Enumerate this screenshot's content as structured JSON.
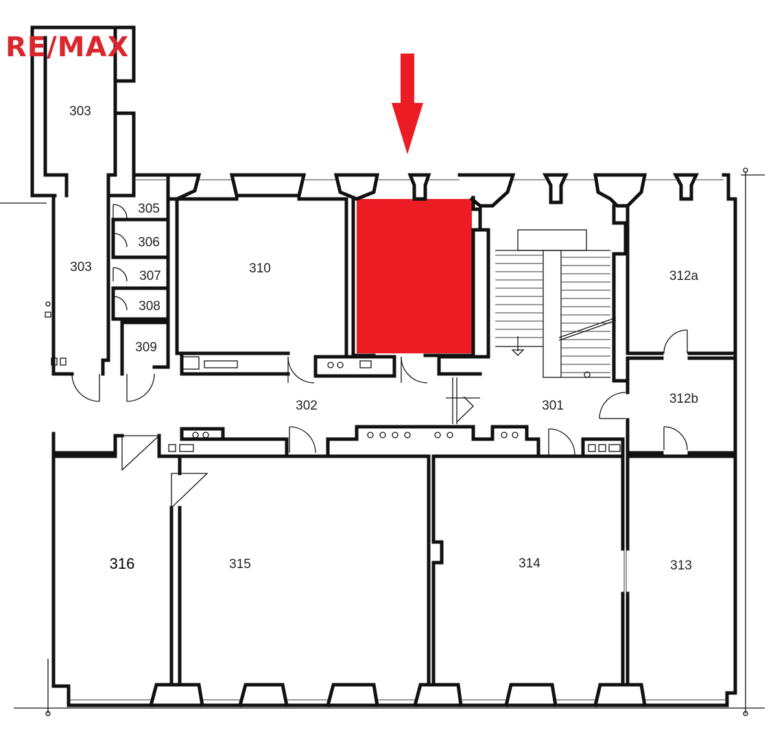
{
  "logo": {
    "text": "RE/MAX",
    "color": "#d9272e"
  },
  "highlight_color": "#ec1c24",
  "arrow_color": "#ec1c24",
  "rooms": {
    "r303_top": "303",
    "r303_mid": "303",
    "r305": "305",
    "r306": "306",
    "r307": "307",
    "r308": "308",
    "r309": "309",
    "r310": "310",
    "r302": "302",
    "r301": "301",
    "r312a": "312a",
    "r312b": "312b",
    "r316": "316",
    "r315": "315",
    "r314": "314",
    "r313": "313"
  }
}
